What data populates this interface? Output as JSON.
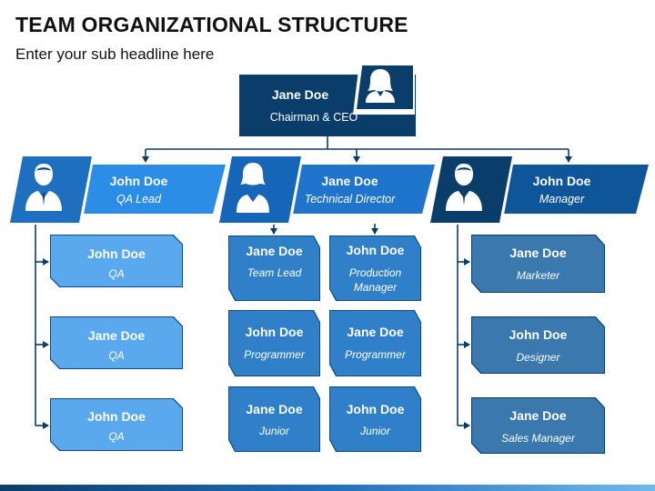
{
  "page": {
    "title": "TEAM ORGANIZATIONAL STRUCTURE",
    "subtitle": "Enter your sub headline here"
  },
  "colors": {
    "navy": "#0b3d6b",
    "blue_left": "#1e6fc0",
    "blue_mid": "#1565b8",
    "blue_right": "#0e5699",
    "light_box": "#5aa9ef",
    "mid_box": "#2f80c9",
    "steel_box": "#3a78ad"
  },
  "ceo": {
    "name": "Jane Doe",
    "role": "Chairman & CEO",
    "icon": "female-avatar-icon"
  },
  "heads": [
    {
      "name": "John Doe",
      "role": "QA Lead",
      "icon": "male-avatar-icon"
    },
    {
      "name": "Jane Doe",
      "role": "Technical Director",
      "icon": "female-avatar-icon"
    },
    {
      "name": "John Doe",
      "role": "Manager",
      "icon": "male-avatar-icon"
    }
  ],
  "qa_team": [
    {
      "name": "John Doe",
      "role": "QA"
    },
    {
      "name": "Jane Doe",
      "role": "QA"
    },
    {
      "name": "John Doe",
      "role": "QA"
    }
  ],
  "tech_team_left": [
    {
      "name": "Jane Doe",
      "role": "Team Lead"
    },
    {
      "name": "John Doe",
      "role": "Programmer"
    },
    {
      "name": "Jane Doe",
      "role": "Junior"
    }
  ],
  "tech_team_right": [
    {
      "name": "John Doe",
      "role": "Production Manager"
    },
    {
      "name": "Jane Doe",
      "role": "Programmer"
    },
    {
      "name": "John Doe",
      "role": "Junior"
    }
  ],
  "manager_team": [
    {
      "name": "Jane Doe",
      "role": "Marketer"
    },
    {
      "name": "John Doe",
      "role": "Designer"
    },
    {
      "name": "Jane Doe",
      "role": "Sales Manager"
    }
  ]
}
